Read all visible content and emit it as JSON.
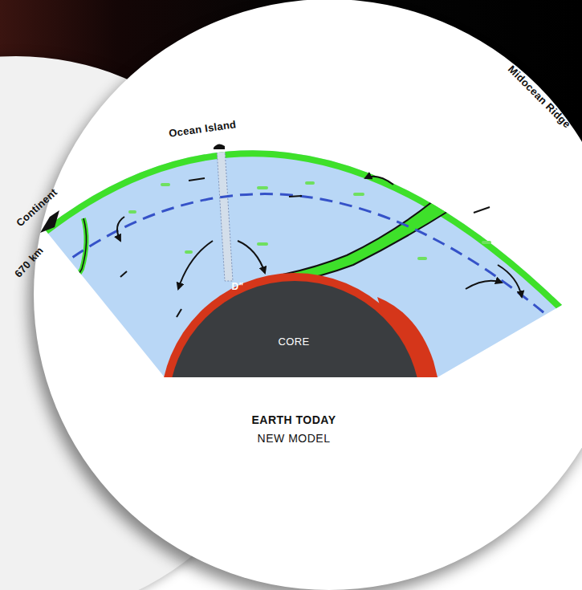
{
  "diagram": {
    "title": "EARTH TODAY",
    "caption": "NEW MODEL",
    "nodes": [
      {
        "text": [
          "D\""
        ]
      },
      {
        "text": [
          "CORE"
        ]
      }
    ],
    "labels": [
      "Ocean Island",
      "Continent",
      "Midocean Ridge",
      "670 km"
    ]
  }
}
